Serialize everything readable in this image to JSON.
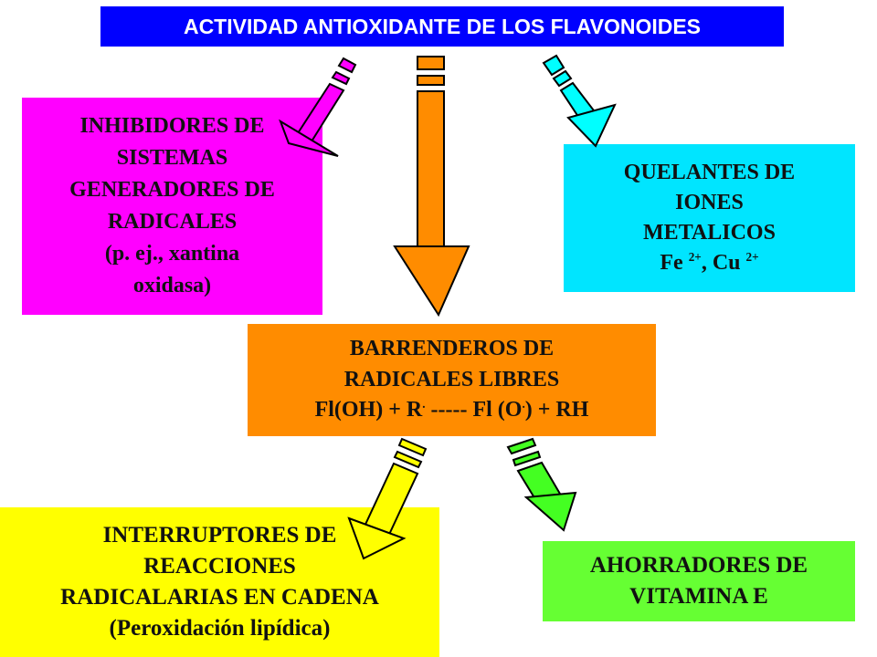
{
  "title": "ACTIVIDAD ANTIOXIDANTE DE LOS FLAVONOIDES",
  "inhibidores": {
    "lines": [
      "INHIBIDORES DE",
      "SISTEMAS",
      "GENERADORES DE",
      "RADICALES",
      "(p. ej., xantina",
      "oxidasa)"
    ]
  },
  "quelantes": {
    "lines": [
      "QUELANTES DE",
      "IONES",
      "METALICOS"
    ],
    "fe": "Fe",
    "fe_charge": "2+",
    "sep": ", Cu",
    "cu_charge": "2+"
  },
  "barrenderos": {
    "line1": "BARRENDEROS DE",
    "line2": "RADICALES LIBRES",
    "eq_part1": "Fl(OH) + R",
    "eq_dot1": ".",
    "eq_part2": " ----- Fl (O",
    "eq_dot2": ".",
    "eq_part3": ") + RH"
  },
  "interruptores": {
    "lines": [
      "INTERRUPTORES DE",
      "REACCIONES",
      "RADICALARIAS EN CADENA",
      "(Peroxidación lipídica)"
    ]
  },
  "ahorradores": {
    "lines": [
      "AHORRADORES DE",
      "VITAMINA E"
    ]
  },
  "colors": {
    "title_bg": "#0000ff",
    "inhibidores_bg": "#ff00ff",
    "quelantes_bg": "#00e5ff",
    "barrenderos_bg": "#ff8c00",
    "interruptores_bg": "#ffff00",
    "ahorradores_bg": "#66ff33"
  }
}
